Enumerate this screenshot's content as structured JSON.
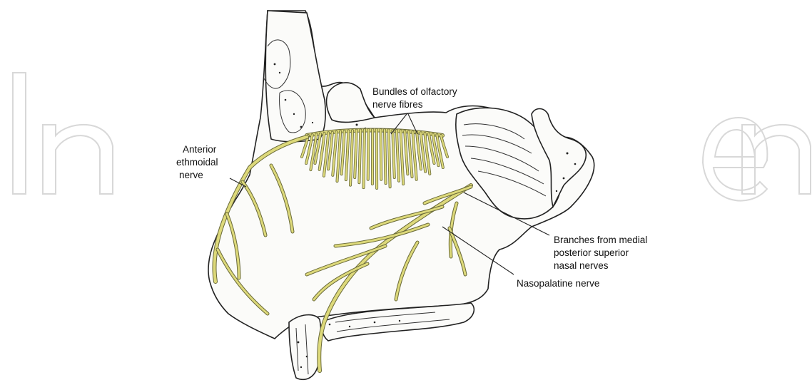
{
  "labels": {
    "olfactory_line1": "Bundles of olfactory",
    "olfactory_line2": "nerve fibres",
    "anterior_line1": "Anterior",
    "anterior_line2": "ethmoidal",
    "anterior_line3": "nerve",
    "branches_line1": "Branches from medial",
    "branches_line2": "posterior superior",
    "branches_line3": "nasal nerves",
    "nasopalatine": "Nasopalatine nerve"
  },
  "colors": {
    "nerve": "#ddd97a",
    "ink": "#222222",
    "watermark": "#d8d8d8"
  },
  "watermark": {
    "description_icon": "intechopen-watermark-logo"
  }
}
